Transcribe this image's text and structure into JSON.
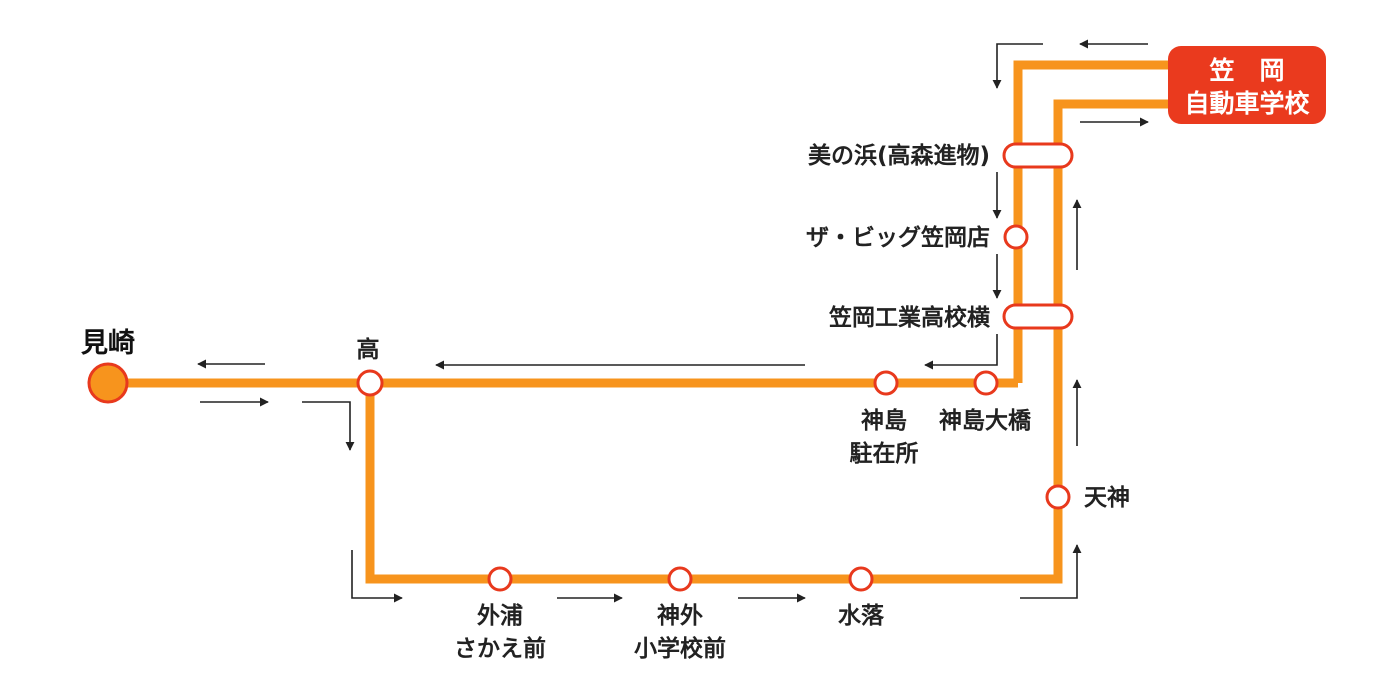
{
  "colors": {
    "route": "#f7941d",
    "stop_outline": "#e8391d",
    "stop_fill": "#ffffff",
    "origin_fill": "#f7941d",
    "terminal_fill": "#ea3a1e",
    "terminal_text": "#ffffff",
    "arrow": "#222222",
    "label": "#222222"
  },
  "origin": {
    "name": "見崎"
  },
  "terminal": {
    "line1": "笠　岡",
    "line2": "自動車学校"
  },
  "stops": {
    "taka": "高",
    "minohama": "美の浜(高森進物)",
    "the_big": "ザ・ビッグ笠岡店",
    "kasaoka_kogyo": "笠岡工業高校横",
    "kamishima_chuzaisho": {
      "line1": "神島",
      "line2": "駐在所"
    },
    "kamishima_ohashi": "神島大橋",
    "tenjin": "天神",
    "sotoura_sakaemae": {
      "line1": "外浦",
      "line2": "さかえ前"
    },
    "kamito_shogakkomae": {
      "line1": "神外",
      "line2": "小学校前"
    },
    "mizuochi": "水落"
  }
}
